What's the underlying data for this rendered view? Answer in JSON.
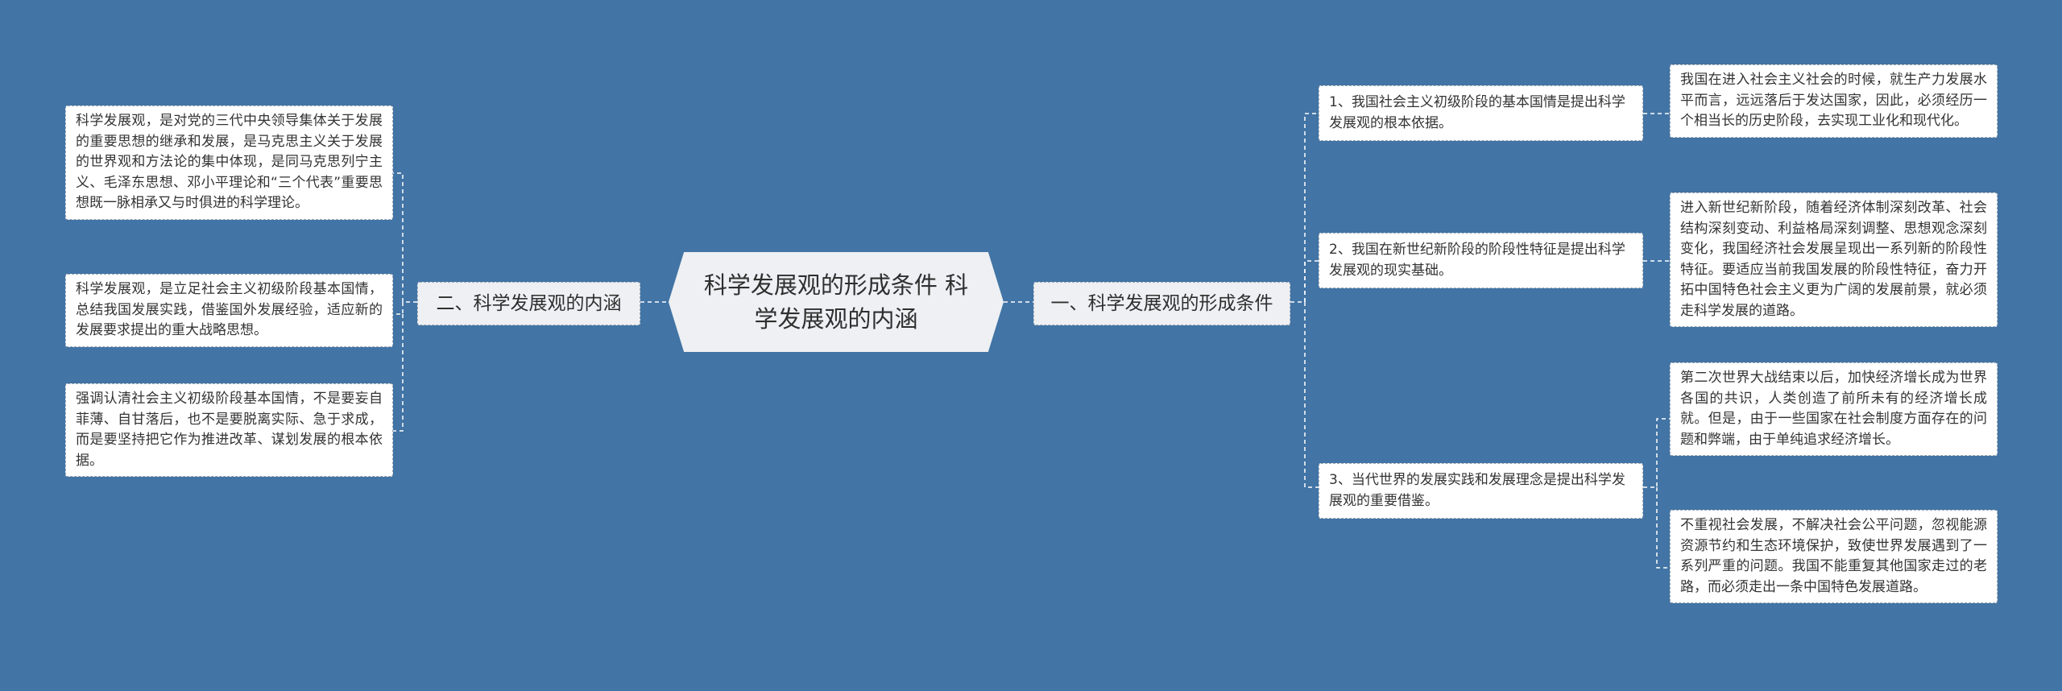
{
  "root": {
    "title": "科学发展观的形成条件 科学发展观的内涵"
  },
  "left": {
    "label": "二、科学发展观的内涵",
    "items": [
      "科学发展观，是对党的三代中央领导集体关于发展的重要思想的继承和发展，是马克思主义关于发展的世界观和方法论的集中体现，是同马克思列宁主义、毛泽东思想、邓小平理论和“三个代表”重要思想既一脉相承又与时俱进的科学理论。",
      "科学发展观，是立足社会主义初级阶段基本国情，总结我国发展实践，借鉴国外发展经验，适应新的发展要求提出的重大战略思想。",
      "强调认清社会主义初级阶段基本国情，不是要妄自菲薄、自甘落后，也不是要脱离实际、急于求成，而是要坚持把它作为推进改革、谋划发展的根本依据。"
    ]
  },
  "right": {
    "label": "一、科学发展观的形成条件",
    "subs": [
      {
        "label": "1、我国社会主义初级阶段的基本国情是提出科学发展观的根本依据。",
        "details": [
          "我国在进入社会主义社会的时候，就生产力发展水平而言，远远落后于发达国家，因此，必须经历一个相当长的历史阶段，去实现工业化和现代化。"
        ]
      },
      {
        "label": "2、我国在新世纪新阶段的阶段性特征是提出科学发展观的现实基础。",
        "details": [
          "进入新世纪新阶段，随着经济体制深刻改革、社会结构深刻变动、利益格局深刻调整、思想观念深刻变化，我国经济社会发展呈现出一系列新的阶段性特征。要适应当前我国发展的阶段性特征，奋力开拓中国特色社会主义更为广阔的发展前景，就必须走科学发展的道路。"
        ]
      },
      {
        "label": "3、当代世界的发展实践和发展理念是提出科学发展观的重要借鉴。",
        "details": [
          "第二次世界大战结束以后，加快经济增长成为世界各国的共识，人类创造了前所未有的经济增长成就。但是，由于一些国家在社会制度方面存在的问题和弊端，由于单纯追求经济增长。",
          "不重视社会发展，不解决社会公平问题，忽视能源资源节约和生态环境保护，致使世界发展遇到了一系列严重的问题。我国不能重复其他国家走过的老路，而必须走出一条中国特色发展道路。"
        ]
      }
    ]
  },
  "colors": {
    "background": "#4274a5",
    "node": "#ffffff",
    "branch": "#eef0f3",
    "connector": "#ffffff"
  }
}
